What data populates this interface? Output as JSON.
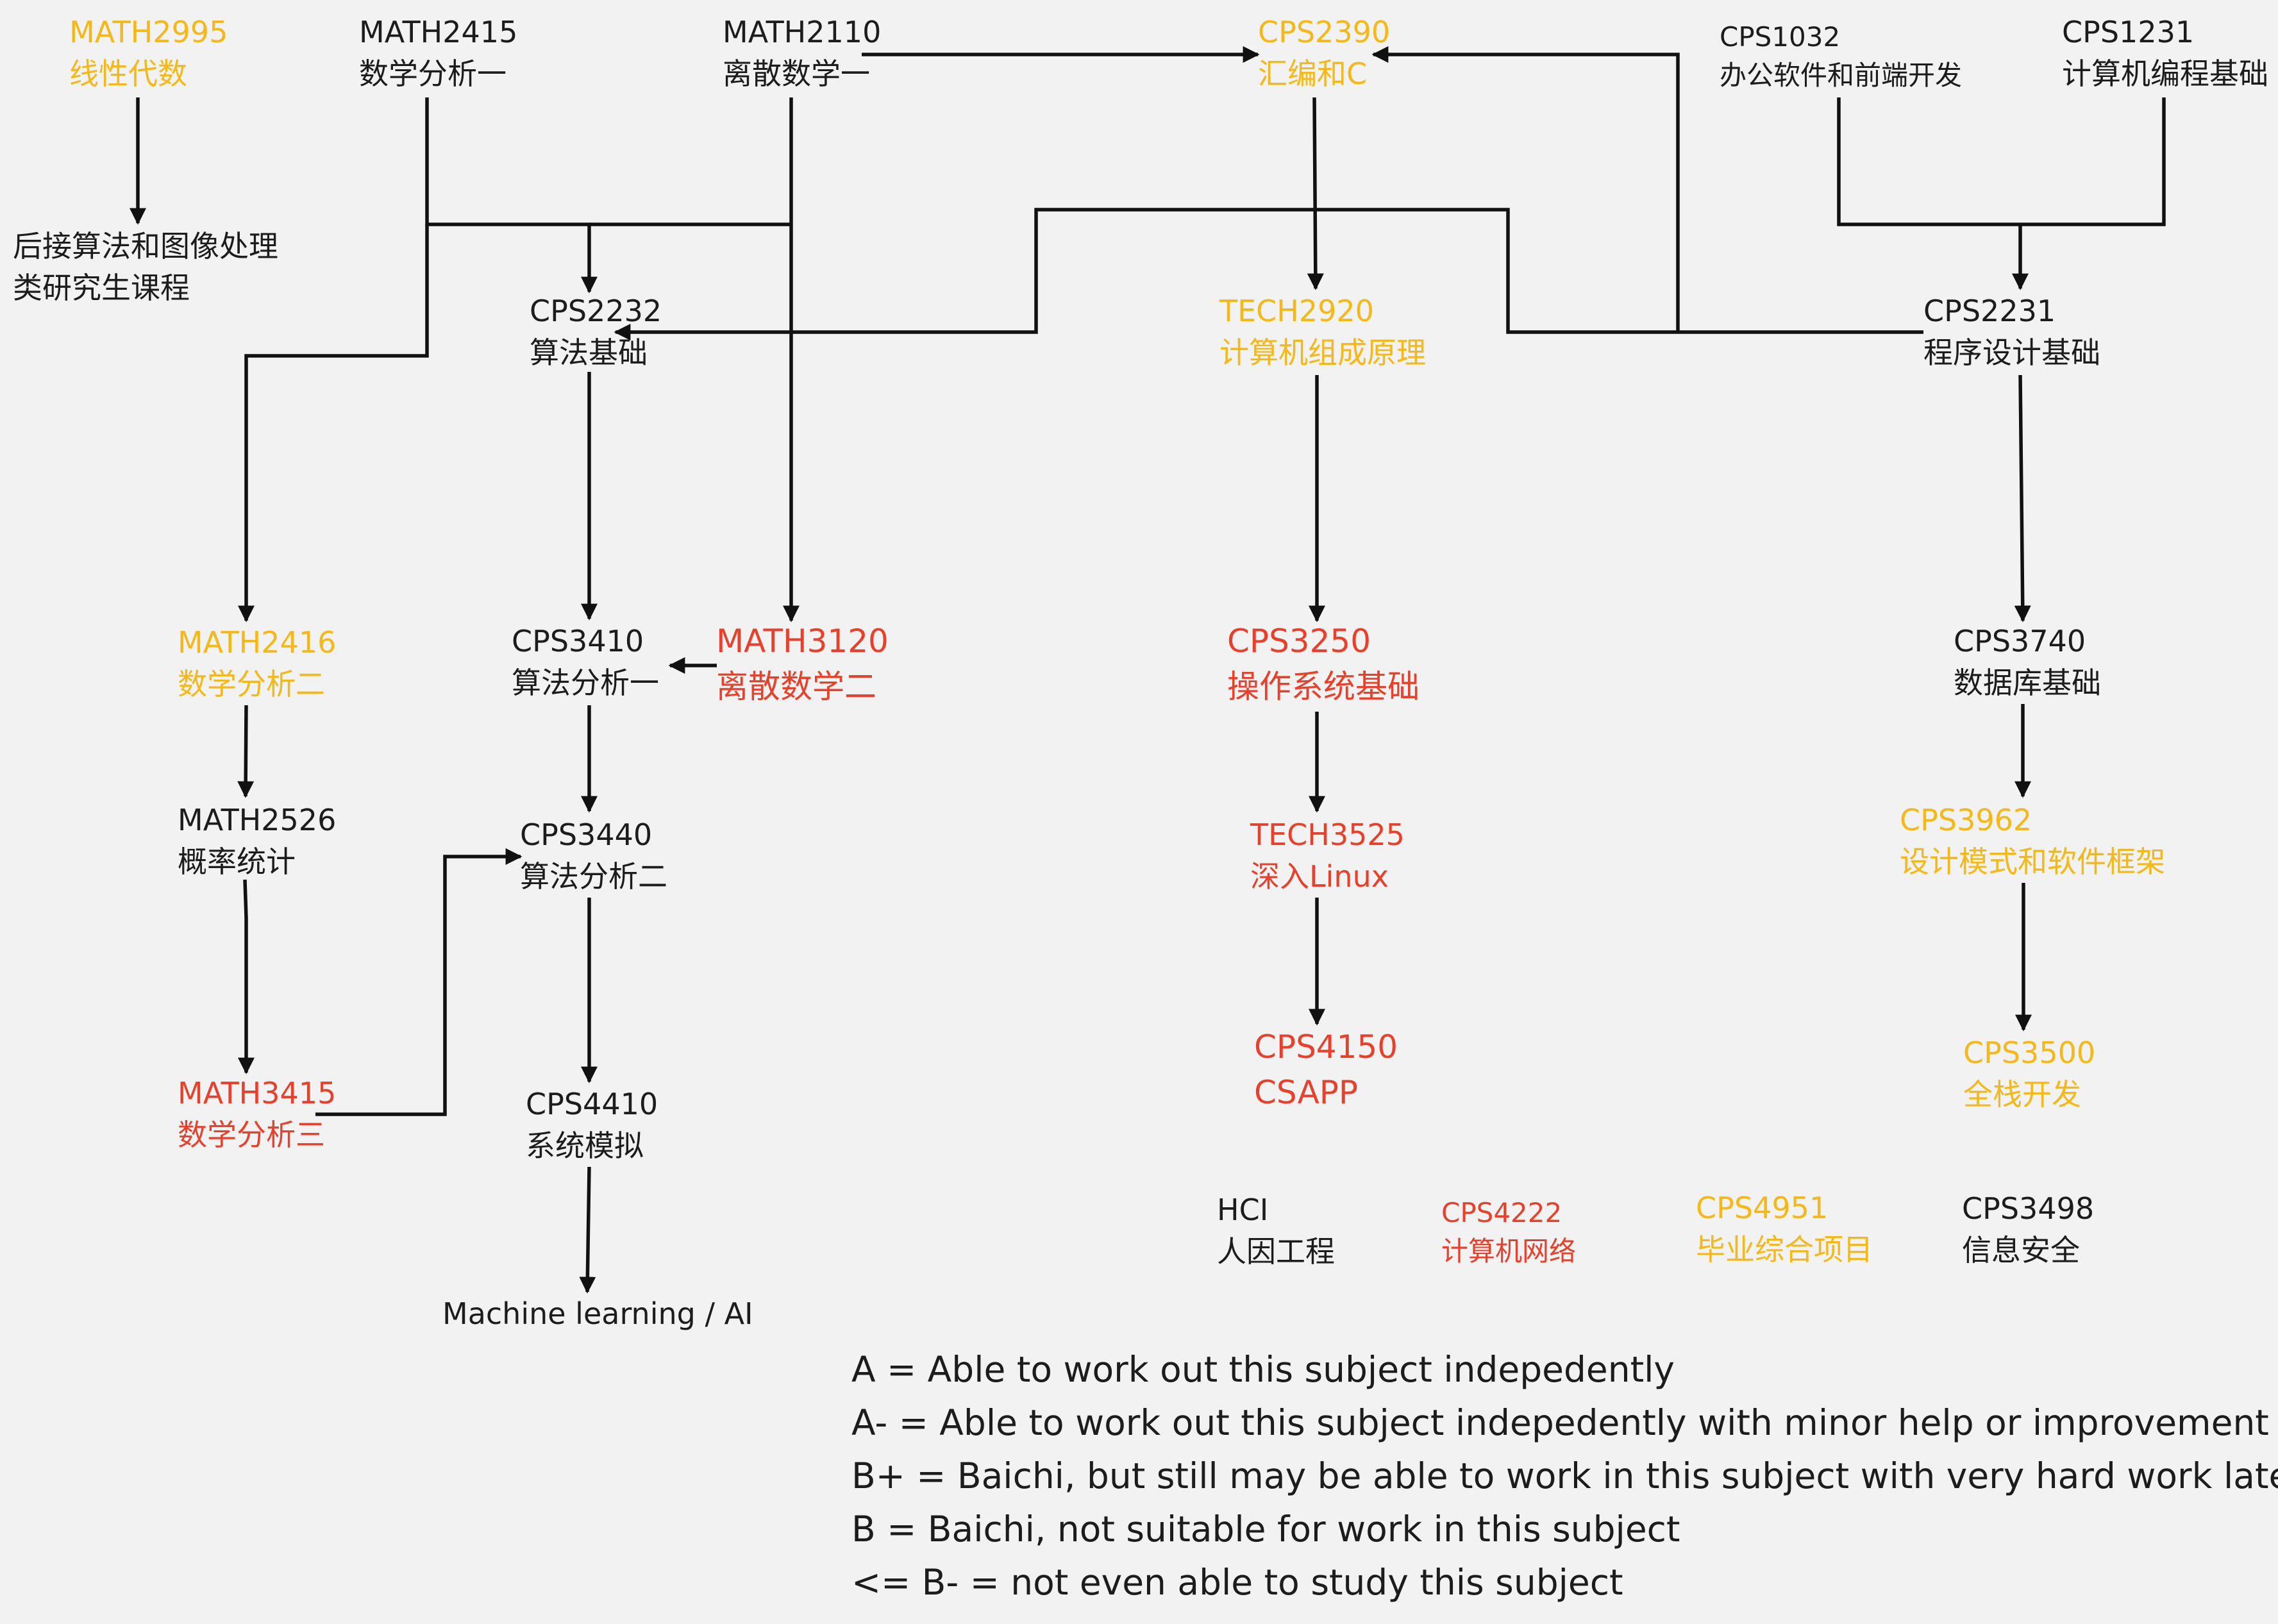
{
  "colors": {
    "background": "#f2f2f2",
    "black": "#1c1c1c",
    "yellow": "#f5b818",
    "red": "#e8402a",
    "edge": "#111111"
  },
  "nodes": {
    "math2995": {
      "code": "MATH2995",
      "title": "线性代数"
    },
    "math2415": {
      "code": "MATH2415",
      "title": "数学分析一"
    },
    "math2110": {
      "code": "MATH2110",
      "title": "离散数学一"
    },
    "cps2390": {
      "code": "CPS2390",
      "title": "汇编和C"
    },
    "cps1032": {
      "code": "CPS1032",
      "title": "办公软件和前端开发"
    },
    "cps1231": {
      "code": "CPS1231",
      "title": "计算机编程基础"
    },
    "grad_courses": {
      "line1": "后接算法和图像处理",
      "line2": "类研究生课程"
    },
    "cps2232": {
      "code": "CPS2232",
      "title": "算法基础"
    },
    "tech2920": {
      "code": "TECH2920",
      "title": "计算机组成原理"
    },
    "cps2231": {
      "code": "CPS2231",
      "title": "程序设计基础"
    },
    "math2416": {
      "code": "MATH2416",
      "title": "数学分析二"
    },
    "cps3410": {
      "code": "CPS3410",
      "title": "算法分析一"
    },
    "math3120": {
      "code": "MATH3120",
      "title": "离散数学二"
    },
    "cps3250": {
      "code": "CPS3250",
      "title": "操作系统基础"
    },
    "cps3740": {
      "code": "CPS3740",
      "title": "数据库基础"
    },
    "math2526": {
      "code": "MATH2526",
      "title": "概率统计"
    },
    "cps3440": {
      "code": "CPS3440",
      "title": "算法分析二"
    },
    "tech3525": {
      "code": "TECH3525",
      "title": "深入Linux"
    },
    "cps3962": {
      "code": "CPS3962",
      "title": "设计模式和软件框架"
    },
    "math3415": {
      "code": "MATH3415",
      "title": "数学分析三"
    },
    "cps4410": {
      "code": "CPS4410",
      "title": "系统模拟"
    },
    "cps4150": {
      "code": "CPS4150",
      "title": "CSAPP"
    },
    "cps3500": {
      "code": "CPS3500",
      "title": "全栈开发"
    },
    "ml_ai": {
      "title": "Machine learning / AI"
    },
    "hci": {
      "code": "HCI",
      "title": "人因工程"
    },
    "cps4222": {
      "code": "CPS4222",
      "title": "计算机网络"
    },
    "cps4951": {
      "code": "CPS4951",
      "title": "毕业综合项目"
    },
    "cps3498": {
      "code": "CPS3498",
      "title": "信息安全"
    }
  },
  "legend": [
    "A = Able to work out this subject indepedently",
    "A- = Able to work out this subject indepedently with minor help or improvement",
    "B+ = Baichi, but still may be able to work in this subject with very hard work later",
    "B = Baichi, not suitable for work in this subject",
    "<= B- = not even able to study this subject"
  ]
}
